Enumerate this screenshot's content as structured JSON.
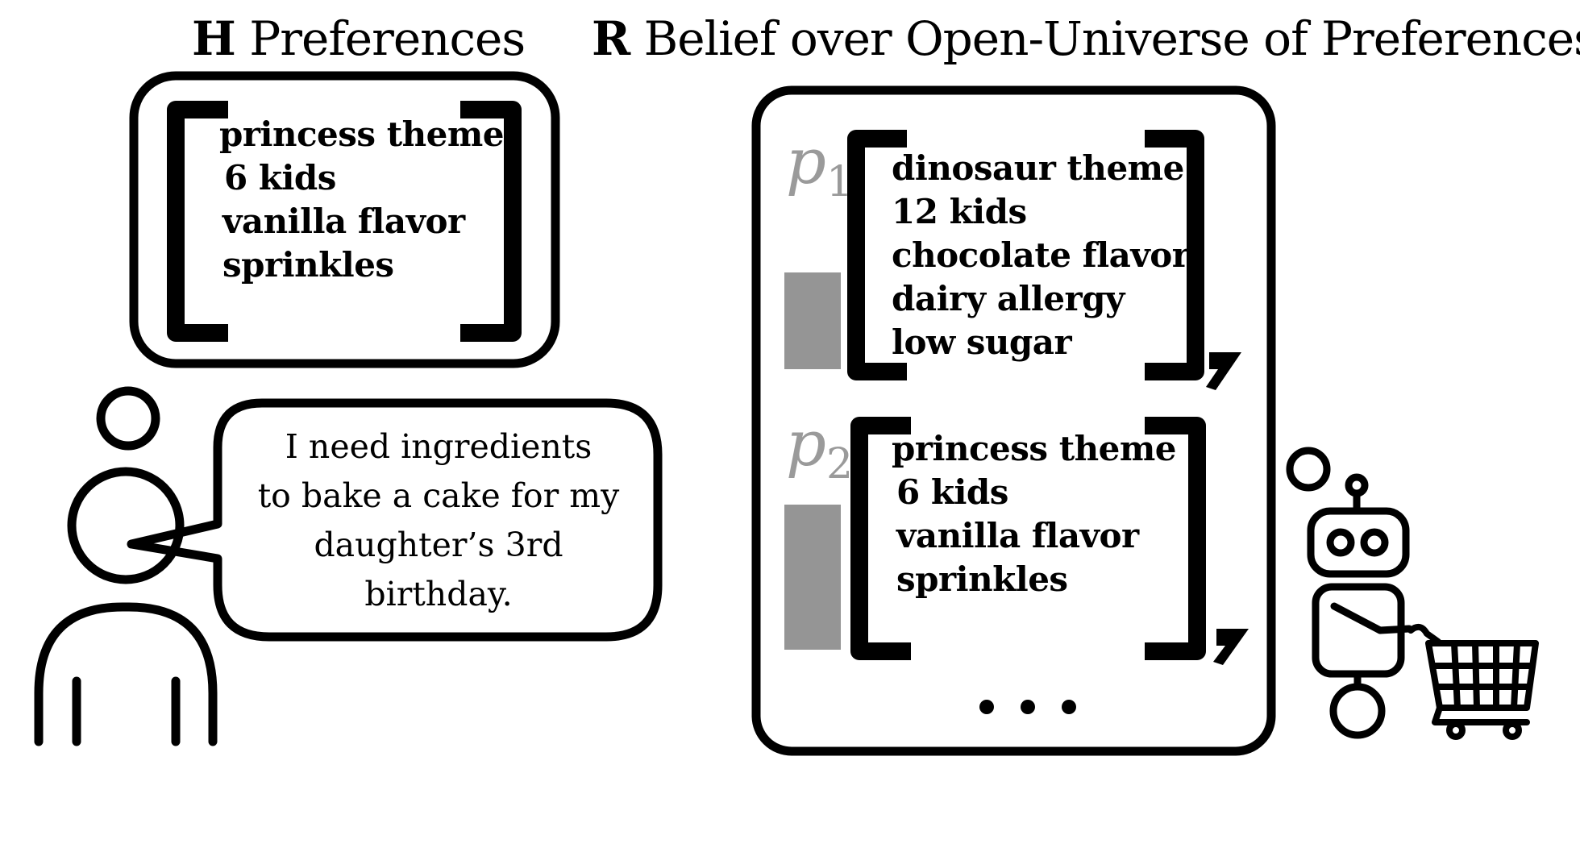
{
  "left_panel": {
    "title_bold": "H",
    "title_rest": " Preferences",
    "preferences": [
      "princess theme",
      "6 kids",
      "vanilla flavor",
      "sprinkles"
    ],
    "speech": [
      "I need ingredients",
      "to bake a cake for my",
      "daughter’s 3rd",
      "birthday."
    ]
  },
  "right_panel": {
    "title_bold": "R",
    "title_rest": " Belief over Open-Universe of Preferences",
    "hypotheses": [
      {
        "label": "p",
        "subscript": "1",
        "probability": 0.4,
        "preferences": [
          "dinosaur theme",
          "12 kids",
          "chocolate flavor",
          "dairy allergy",
          "low sugar"
        ]
      },
      {
        "label": "p",
        "subscript": "2",
        "probability": 0.6,
        "preferences": [
          "princess theme",
          "6 kids",
          "vanilla flavor",
          "sprinkles"
        ]
      }
    ],
    "separator": ",",
    "ellipsis": "• • •"
  },
  "icons": [
    "person-icon",
    "robot-icon",
    "shopping-cart-icon",
    "thought-bubble-icon"
  ],
  "colors": {
    "ink": "#000000",
    "probability_bar": "#959595",
    "probability_label": "#9a9a9a"
  }
}
